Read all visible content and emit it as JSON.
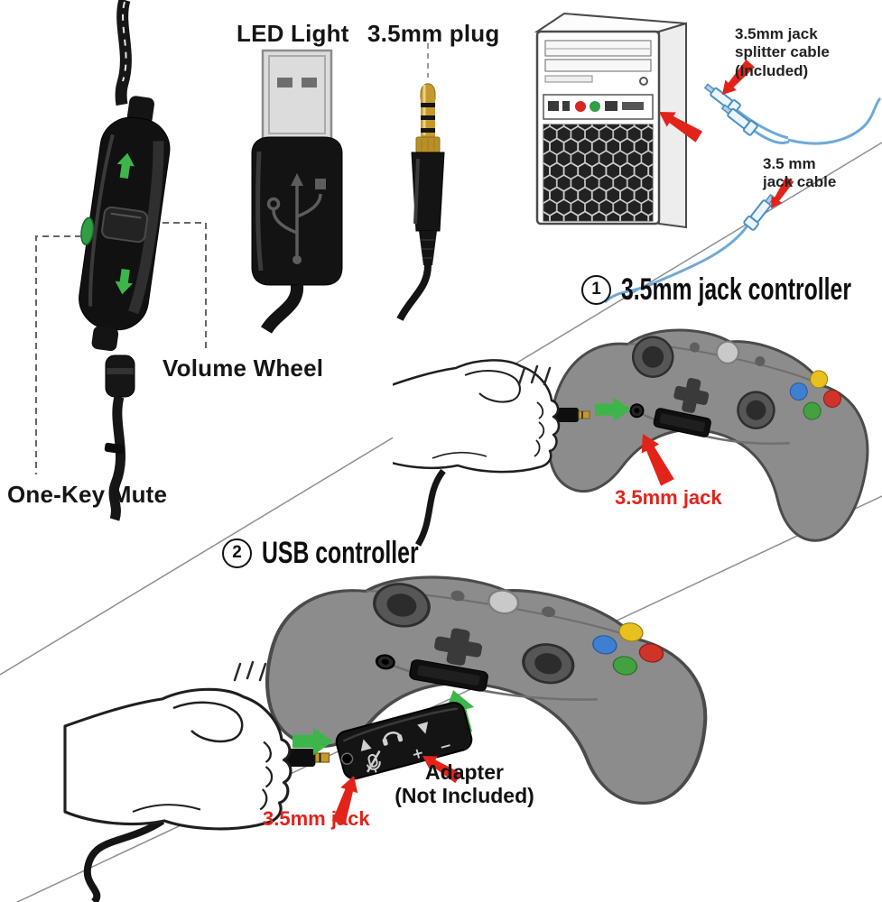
{
  "labels": {
    "led_light": "LED Light",
    "plug_35mm": "3.5mm plug",
    "volume_wheel": "Volume Wheel",
    "one_key_mute": "One-Key Mute"
  },
  "pc_section": {
    "splitter_line1": "3.5mm jack",
    "splitter_line2": "splitter cable",
    "splitter_line3": "(Included)",
    "jack_cable_line1": "3.5 mm",
    "jack_cable_line2": "jack cable"
  },
  "section1": {
    "number": "1",
    "title": "3.5mm jack controller",
    "jack_label": "3.5mm jack"
  },
  "section2": {
    "number": "2",
    "title": "USB controller",
    "jack_label": "3.5mm jack",
    "adapter_line1": "Adapter",
    "adapter_line2": "(Not Included)"
  },
  "adapter_icons": {
    "up": "▲",
    "down": "▼",
    "plus": "+",
    "minus": "−"
  },
  "colors": {
    "arrow_red": "#e2231a",
    "arrow_green": "#3db54a",
    "cable_blue": "#6ea9d8",
    "controller_gray": "#8c8c8c",
    "plug_gold": "#c49a30"
  }
}
